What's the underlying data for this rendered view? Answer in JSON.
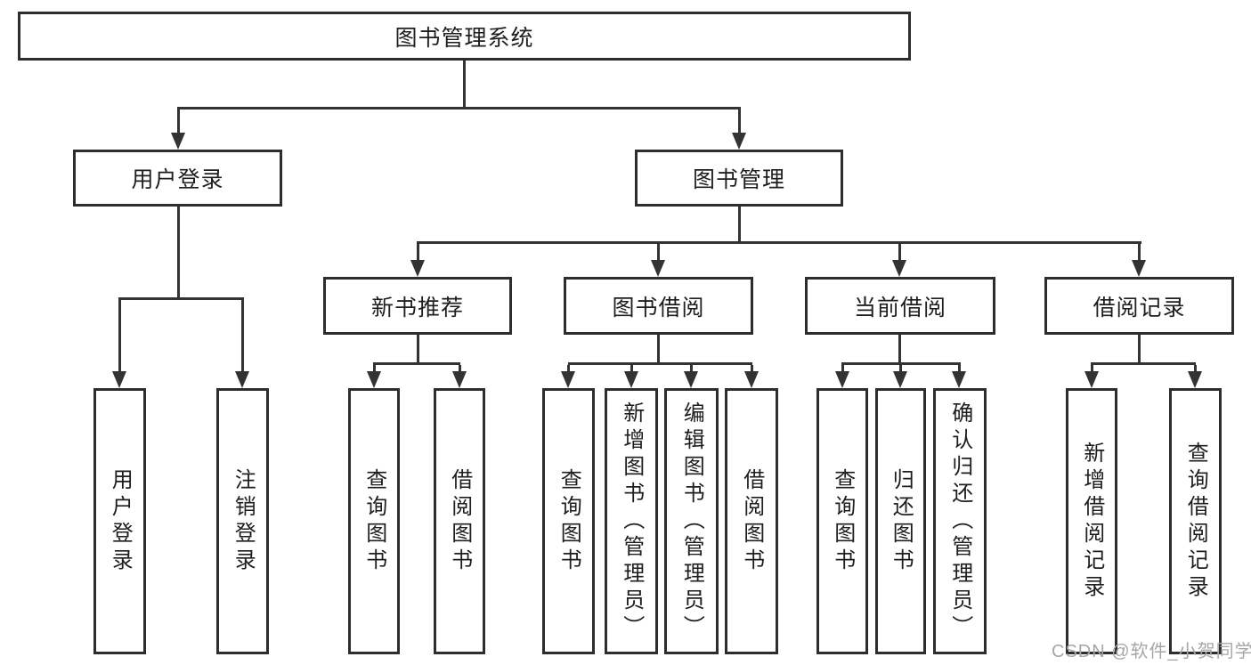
{
  "diagram": {
    "root": "图书管理系统",
    "user_login": {
      "label": "用户登录",
      "children": [
        "用户登录",
        "注销登录"
      ]
    },
    "book_management": {
      "label": "图书管理",
      "groups": [
        {
          "label": "新书推荐",
          "children": [
            "查询图书",
            "借阅图书"
          ]
        },
        {
          "label": "图书借阅",
          "children": [
            "查询图书",
            "新增图书（管理员）",
            "编辑图书（管理员）",
            "借阅图书"
          ]
        },
        {
          "label": "当前借阅",
          "children": [
            "查询图书",
            "归还图书",
            "确认归还（管理员）"
          ]
        },
        {
          "label": "借阅记录",
          "children": [
            "新增借阅记录",
            "查询借阅记录"
          ]
        }
      ]
    },
    "colors": {
      "line": "#333333",
      "text": "#1e1e1e",
      "watermark": "#a6a6a6"
    },
    "watermark": "CSDN @软件_小贺同学"
  }
}
